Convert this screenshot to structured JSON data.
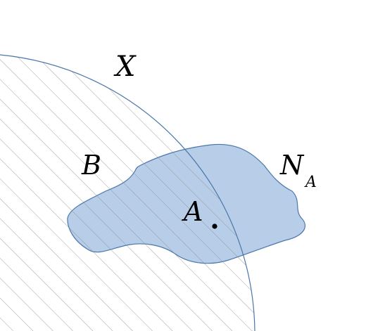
{
  "labels": {
    "space": "X",
    "set_b": "B",
    "point": "A",
    "neighborhood_main": "N",
    "neighborhood_sub": "A"
  },
  "colors": {
    "background": "#ffffff",
    "circle_stroke": "#4a77aa",
    "region_fill": "#b7cde8",
    "region_stroke": "#4a77aa",
    "hatch": "#8a8a8a",
    "point": "#000000",
    "text": "#000000"
  }
}
